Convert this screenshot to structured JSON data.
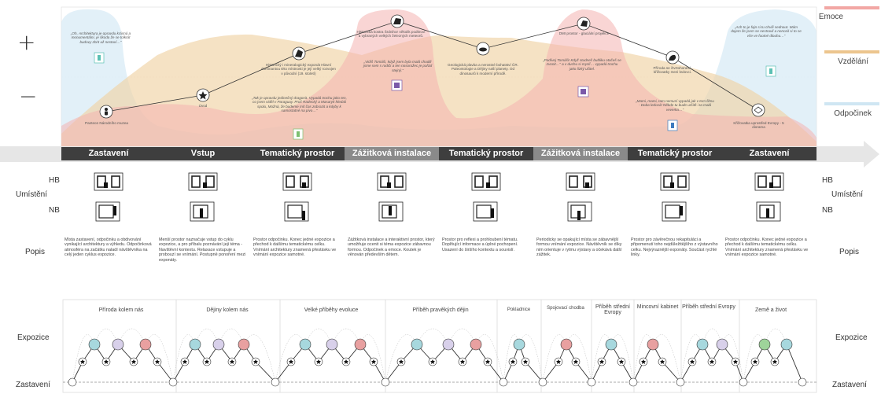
{
  "sign_plus": "+",
  "sign_minus": "−",
  "legend": [
    {
      "label": "Emoce",
      "color": "#f2a7a4"
    },
    {
      "label": "Vzdělání",
      "color": "#ecc58e"
    },
    {
      "label": "Odpočinek",
      "color": "#cfe6f3"
    }
  ],
  "bubbles": [
    "„Oh, Architektura je opravdu krásná a monumentální, je škoda že se tolkrát budovy zbrit už nestaví…“",
    "Panteon Národního muzea",
    "Úvod",
    "Historický i mineralogický exponát Hlavní dominantou této místnosti je její velký rozvojen v původní (19. století)",
    "„Tak je opravdu jedinečný dragonit. Vypadá trochu jako ten, co jsem viděl v Paraguay. Proč Radecký a Masaryk hledali spolu, Možná, že budeme mít čas zobrazit a kdyby k samostatné na pivo…“",
    "Historická kostra Šrdnihor několik podkroví a vybraných velkých železných meteorů.",
    "„Vidíš Tomáši, když jsem byla malá chodili jsme sem s rodiči a ten nosorožec je pořád stejný.“",
    "Geologická plavba a nerostné bohatství ČR. Paleontologie a Dějiny naší planety. Od dinosaurů k moderní přírodě.",
    "DMI prostor - glaciální projekce",
    "„Podívej Tomáši! Když studneš bubliku otočeš se zvonit…“ a v duchu si myslí… vypadá trochu jako lízký učitel.",
    "Příroda se čtvrtohorami, křižovatky mezi ledovci.",
    "„Mami, mami, tam nemusí vypadá jak v tom filmu - Doba ledová! Někde tu bude určitě i ta malá veverka…“",
    "„Ach to je fajn si tu chvíli sednout. Mám dojem že jsem se nestravil a nenosil si to se vše ve footné dlouhu…“",
    "Křižovatka uprostřed Evropy - 5 diorama"
  ],
  "stages": [
    "Zastavení",
    "Vstup",
    "Tematický prostor",
    "Zážitková instalace",
    "Tematický prostor",
    "Zážitková instalace",
    "Tematický prostor",
    "Zastavení"
  ],
  "stage_colors": [
    "#3e3e3e",
    "#3e3e3e",
    "#3e3e3e",
    "#8a8a8a",
    "#3e3e3e",
    "#8a8a8a",
    "#3e3e3e",
    "#3e3e3e"
  ],
  "umisteni": {
    "label": "Umístění",
    "hb": "HB",
    "nb": "NB"
  },
  "popis_label": "Popis",
  "popis": [
    "Místa zastavení, odpočinku a obdivování vynikající architektury a výhledu. Odpočinková atmosféra na začátku naladí návštěvníka na celý jeden cyklus expozice.",
    "Menší prostor naznačuje vstup do cyklu expozice, a pro příbalu poznávání její téma - Navštěvní kontextu. Relaxace vstupuje a probouzí se vnímání. Postupně ponoření mezi exponáty.",
    "Prostor odpočinku. Konec jedné expozice a přechod k dalšímu tematickému celku. Vnímání architektury znamená přestávku ve vnímání expozice samotné.",
    "Zážitková instalace a interaktivní prostor, který umožňuje ocenit si téma expozice zábavnou formou. Odpočinek a emoce. Koutek je věnován především dětem.",
    "Prostor pro reflexi a prohloubení tématu. Doplňující informace a úplné pochopení. Usazení do širšího kontextu a souvislí.",
    "Periodicky se opakující místa se zábavnější formou vnímání expozice. Návštěvník se díky nim orientuje v rytmu výstavy a očekává další zážitek.",
    "Prostor pro závěrečnou rekapituláci a připomenutí toho nejdůležitějšího z výstavního celku. Nejvýraznější exponáty. Součást rychlé linky.",
    "Prostor odpočinku. Konec jedné expozice a přechod k dalšímu tematickému celku. Vnímání architektury znamená přestávku ve vnímání expozice samotné."
  ],
  "expozice_label": "Expozice",
  "zastaveni_label": "Zastavení",
  "expo_sections": [
    "Příroda kolem nás",
    "Dějiny kolem nás",
    "Velké příběhy evoluce",
    "Příběh pravěkých dějin",
    "Pokladnice",
    "Spojovací chodba",
    "Příběh střední Evropy",
    "Mincovní kabinet",
    "Příběh střední Evropy",
    "Země a život"
  ],
  "icons": [
    "person-icon",
    "star-icon",
    "mineral-icon",
    "whale-icon",
    "elephant-icon",
    "skull-icon",
    "family-icon",
    "squirrel-icon",
    "diamond-icon"
  ]
}
